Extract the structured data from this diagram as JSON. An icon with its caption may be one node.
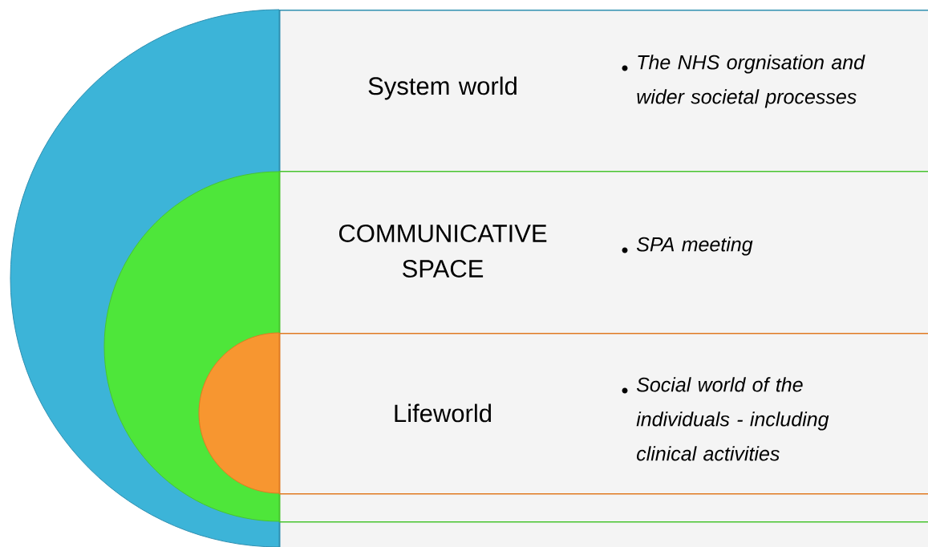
{
  "diagram": {
    "nodes": [
      {
        "text": [
          "System world",
          "The NHS orgnisation and wider societal processes"
        ]
      },
      {
        "text": [
          "COMMUNICATIVE SPACE",
          "SPA meeting"
        ],
        "in": 0
      },
      {
        "text": [
          "Lifeworld",
          "Social world of the individuals - including clinical activities"
        ],
        "in": 1
      }
    ]
  }
}
